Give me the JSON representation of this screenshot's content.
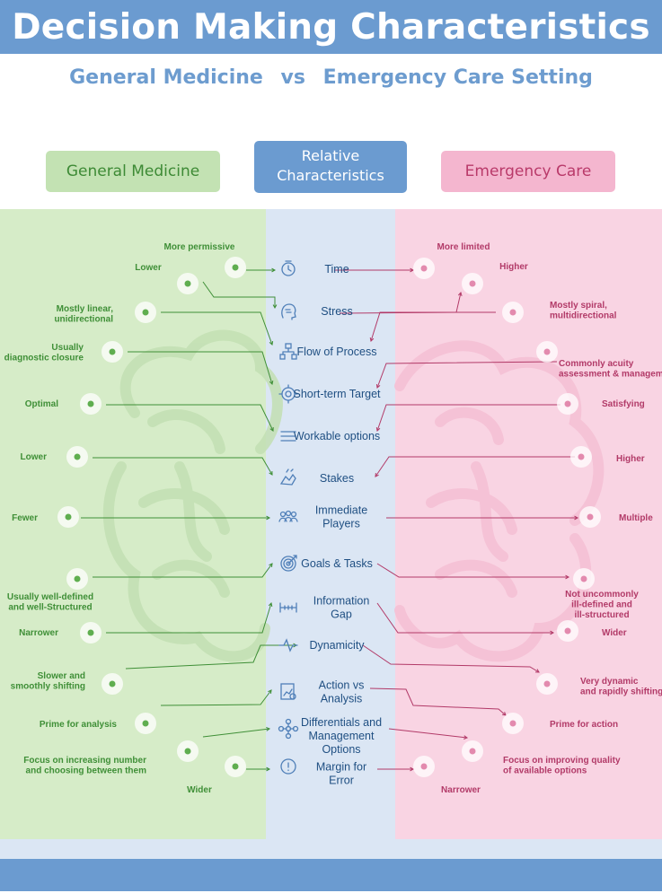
{
  "title": "Decision Making Characteristics",
  "subtitle": {
    "left": "General Medicine",
    "vs": "vs",
    "right": "Emergency Care Setting"
  },
  "headers": {
    "general_medicine": "General Medicine",
    "relative": "Relative Characteristics",
    "emergency_care": "Emergency Care"
  },
  "colors": {
    "blue": "#6b9bd0",
    "green_dark": "#3f8f37",
    "green_panel": "#d6ecc8",
    "pink_dark": "#b23a68",
    "pink_panel": "#f9d4e3",
    "mid_panel": "#dbe6f4"
  },
  "rows": [
    {
      "category": [
        "Time"
      ],
      "icon": "clock-icon",
      "gm": [
        "More permissive"
      ],
      "ec": [
        "More limited"
      ]
    },
    {
      "category": [
        "Stress"
      ],
      "icon": "stressed-head-icon",
      "gm": [
        "Lower"
      ],
      "ec": [
        "Higher"
      ]
    },
    {
      "category": [
        "Flow of Process"
      ],
      "icon": "flowchart-icon",
      "gm": [
        "Mostly linear,",
        "unidirectional"
      ],
      "ec": [
        "Mostly spiral,",
        "multidirectional"
      ]
    },
    {
      "category": [
        "Short-term Target"
      ],
      "icon": "crosshair-icon",
      "gm": [
        "Usually",
        "diagnostic closure"
      ],
      "ec": [
        "Commonly acuity",
        "assessment & management"
      ]
    },
    {
      "category": [
        "Workable options"
      ],
      "icon": "menu-lines-icon",
      "gm": [
        "Optimal"
      ],
      "ec": [
        "Satisfying"
      ]
    },
    {
      "category": [
        "Stakes"
      ],
      "icon": "hands-icon",
      "gm": [
        "Lower"
      ],
      "ec": [
        "Higher"
      ]
    },
    {
      "category": [
        "Immediate",
        "Players"
      ],
      "icon": "people-icon",
      "gm": [
        "Fewer"
      ],
      "ec": [
        "Multiple"
      ]
    },
    {
      "category": [
        "Goals & Tasks"
      ],
      "icon": "target-icon",
      "gm": [
        "Usually well-defined",
        "and well-Structured"
      ],
      "ec": [
        "Not uncommonly",
        "ill-defined and",
        "ill-structured"
      ]
    },
    {
      "category": [
        "Information",
        "Gap"
      ],
      "icon": "gap-measure-icon",
      "gm": [
        "Narrower"
      ],
      "ec": [
        "Wider"
      ]
    },
    {
      "category": [
        "Dynamicity"
      ],
      "icon": "pulse-icon",
      "gm": [
        "Slower and",
        "smoothly shifting"
      ],
      "ec": [
        "Very dynamic",
        "and rapidly shifting"
      ]
    },
    {
      "category": [
        "Action vs",
        "Analysis"
      ],
      "icon": "chart-analysis-icon",
      "gm": [
        "Prime for analysis"
      ],
      "ec": [
        "Prime for action"
      ]
    },
    {
      "category": [
        "Differentials and",
        "Management",
        "Options"
      ],
      "icon": "network-icon",
      "gm": [
        "Focus on increasing number",
        "and choosing between them"
      ],
      "ec": [
        "Focus on improving quality",
        "of available options"
      ]
    },
    {
      "category": [
        "Margin for",
        "Error"
      ],
      "icon": "warning-circle-icon",
      "gm": [
        "Wider"
      ],
      "ec": [
        "Narrower"
      ]
    }
  ]
}
